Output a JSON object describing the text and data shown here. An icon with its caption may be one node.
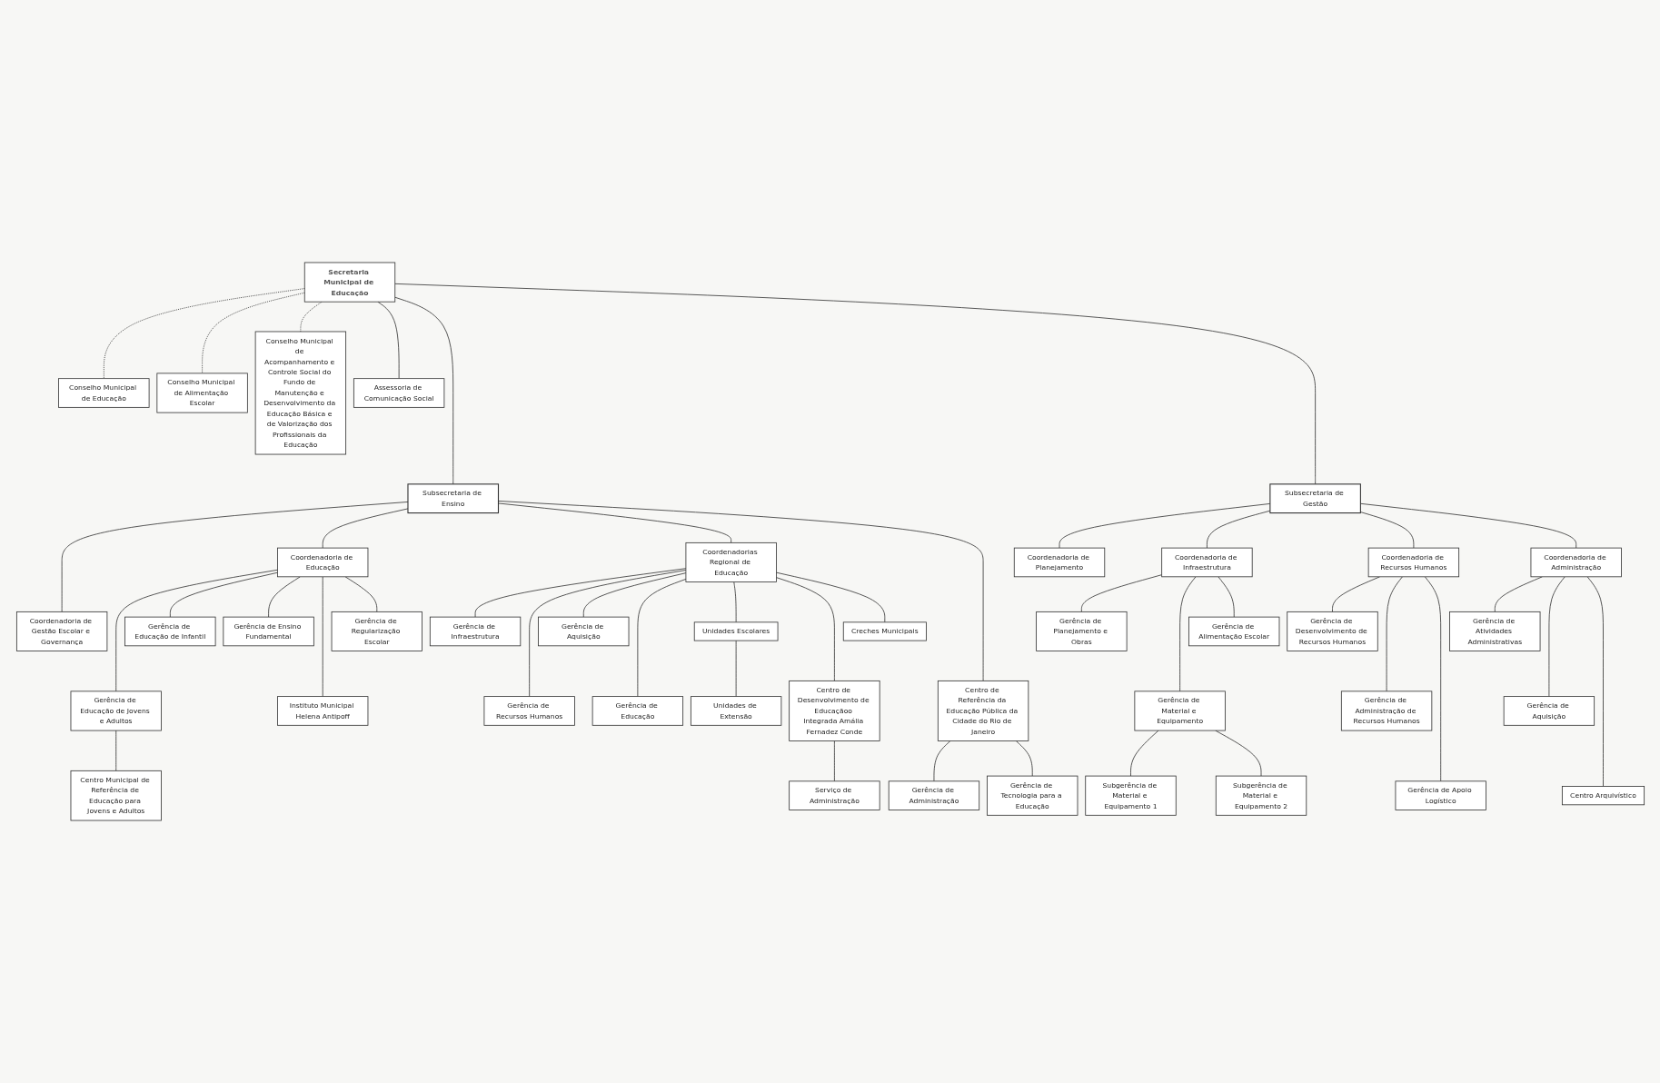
{
  "diagram": {
    "nodes": [
      {
        "text": [
          "Secretaria Municipal de Educação"
        ]
      },
      {
        "text": [
          "Conselho Municipal de Educação"
        ]
      },
      {
        "text": [
          "Conselho Municipal de Alimentação Escolar"
        ]
      },
      {
        "text": [
          "Conselho Municipal de Acompanhamento e Controle Social do Fundo de Manutenção e Desenvolvimento da Educação Básica e de Valorização dos Profissionais da Educação"
        ]
      },
      {
        "text": [
          "Assessoria de Comunicação Social"
        ]
      },
      {
        "text": [
          "Subsecretaria de Ensino"
        ]
      },
      {
        "text": [
          "Subsecretaria de Gestão"
        ]
      },
      {
        "text": [
          "Coordenadoria de Gestão Escolar e Governança"
        ]
      },
      {
        "text": [
          "Coordenadoria de Educação"
        ]
      },
      {
        "text": [
          "Coordenadorias Regional de Educação"
        ]
      },
      {
        "text": [
          "Coordenadoria de Planejamento"
        ]
      },
      {
        "text": [
          "Coordenadoria de Infraestrutura"
        ]
      },
      {
        "text": [
          "Coordenadoria de Recursos Humanos"
        ]
      },
      {
        "text": [
          "Coordenadoria de Administração"
        ]
      },
      {
        "text": [
          "Gerência de Educação de Jovens e Adultos"
        ]
      },
      {
        "text": [
          "Gerência de Educação de Infantil"
        ]
      },
      {
        "text": [
          "Gerência de Ensino Fundamental"
        ]
      },
      {
        "text": [
          "Instituto Municipal Helena Antipoff"
        ]
      },
      {
        "text": [
          "Gerência de Regularização Escolar"
        ]
      },
      {
        "text": [
          "Gerência de Planejamento e Obras"
        ]
      },
      {
        "text": [
          "Gerência de Material e Equipamento"
        ]
      },
      {
        "text": [
          "Gerência de Alimentação Escolar"
        ]
      },
      {
        "text": [
          "Gerência de Desenvolvimento de Recursos Humanos"
        ]
      },
      {
        "text": [
          "Gerência de Administração de Recursos Humanos"
        ]
      },
      {
        "text": [
          "Gerência de Atividades Administrativas"
        ]
      },
      {
        "text": [
          "Gerência de Aquisição"
        ]
      },
      {
        "text": [
          "Centro Municipal de Referência de Educação para Jovens e Adultos"
        ]
      },
      {
        "text": [
          "Gerência de Infraestrutura"
        ]
      },
      {
        "text": [
          "Gerência de Recursos Humanos"
        ]
      },
      {
        "text": [
          "Gerência de Aquisição"
        ]
      },
      {
        "text": [
          "Gerência de Educação"
        ]
      },
      {
        "text": [
          "Unidades Escolares"
        ]
      },
      {
        "text": [
          "Centro de Desenvolvimento de Educaçãoo Integrada Amália Fernadez Conde"
        ]
      },
      {
        "text": [
          "Creches Municipais"
        ]
      },
      {
        "text": [
          "Centro de Referência da Educação Pública da Cidade do Rio de Janeiro"
        ]
      },
      {
        "text": [
          "Subgerência de Material e Equipamento 1"
        ]
      },
      {
        "text": [
          "Subgerência de Material e Equipamento 2"
        ]
      },
      {
        "text": [
          "Gerência de Apoio Logístico"
        ]
      },
      {
        "text": [
          "Centro Arquivístico"
        ]
      },
      {
        "text": [
          "Unidades de Extensão"
        ]
      },
      {
        "text": [
          "Serviço de Administração"
        ]
      },
      {
        "text": [
          "Gerência de Administração"
        ]
      },
      {
        "text": [
          "Gerência de Tecnologia para a Educação"
        ]
      }
    ],
    "edges": [
      {
        "from": 0,
        "to": 1,
        "arrow": "none",
        "style": "dashed"
      },
      {
        "from": 0,
        "to": 2,
        "arrow": "none",
        "style": "dashed"
      },
      {
        "from": 0,
        "to": 3,
        "arrow": "none",
        "style": "dashed"
      },
      {
        "from": 0,
        "to": 4,
        "arrow": "none"
      },
      {
        "from": 0,
        "to": 5,
        "arrow": "none"
      },
      {
        "from": 0,
        "to": 6,
        "arrow": "none"
      },
      {
        "from": 5,
        "to": 7,
        "arrow": "none"
      },
      {
        "from": 5,
        "to": 8,
        "arrow": "none"
      },
      {
        "from": 5,
        "to": 9,
        "arrow": "none"
      },
      {
        "from": 5,
        "to": 34,
        "arrow": "none"
      },
      {
        "from": 6,
        "to": 10,
        "arrow": "none"
      },
      {
        "from": 6,
        "to": 11,
        "arrow": "none"
      },
      {
        "from": 6,
        "to": 12,
        "arrow": "none"
      },
      {
        "from": 6,
        "to": 13,
        "arrow": "none"
      },
      {
        "from": 8,
        "to": 14,
        "arrow": "none"
      },
      {
        "from": 8,
        "to": 15,
        "arrow": "none"
      },
      {
        "from": 8,
        "to": 16,
        "arrow": "none"
      },
      {
        "from": 8,
        "to": 17,
        "arrow": "none"
      },
      {
        "from": 8,
        "to": 18,
        "arrow": "none"
      },
      {
        "from": 11,
        "to": 19,
        "arrow": "none"
      },
      {
        "from": 11,
        "to": 20,
        "arrow": "none"
      },
      {
        "from": 11,
        "to": 21,
        "arrow": "none"
      },
      {
        "from": 12,
        "to": 22,
        "arrow": "none"
      },
      {
        "from": 12,
        "to": 23,
        "arrow": "none"
      },
      {
        "from": 13,
        "to": 24,
        "arrow": "none"
      },
      {
        "from": 13,
        "to": 25,
        "arrow": "none"
      },
      {
        "from": 14,
        "to": 26,
        "arrow": "none"
      },
      {
        "from": 9,
        "to": 27,
        "arrow": "none"
      },
      {
        "from": 9,
        "to": 28,
        "arrow": "none"
      },
      {
        "from": 9,
        "to": 29,
        "arrow": "none"
      },
      {
        "from": 9,
        "to": 30,
        "arrow": "none"
      },
      {
        "from": 9,
        "to": 31,
        "arrow": "none"
      },
      {
        "from": 9,
        "to": 32,
        "arrow": "none"
      },
      {
        "from": 9,
        "to": 33,
        "arrow": "none"
      },
      {
        "from": 20,
        "to": 35,
        "arrow": "none"
      },
      {
        "from": 20,
        "to": 36,
        "arrow": "none"
      },
      {
        "from": 12,
        "to": 37,
        "arrow": "none"
      },
      {
        "from": 13,
        "to": 38,
        "arrow": "none"
      },
      {
        "from": 31,
        "to": 39,
        "arrow": "none"
      },
      {
        "from": 32,
        "to": 40,
        "arrow": "none"
      },
      {
        "from": 34,
        "to": 41,
        "arrow": "none"
      },
      {
        "from": 34,
        "to": 42,
        "arrow": "none"
      }
    ]
  }
}
